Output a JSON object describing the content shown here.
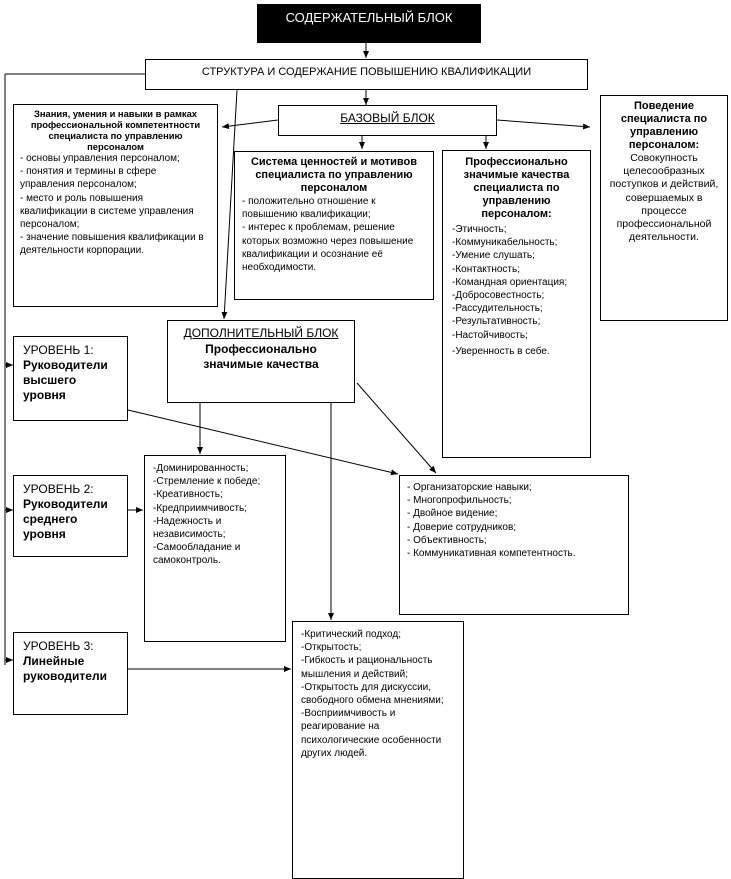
{
  "title": "СОДЕРЖАТЕЛЬНЫЙ БЛОК",
  "structure": "СТРУКТУРА И СОДЕРЖАНИЕ ПОВЫШЕНИЮ КВАЛИФИКАЦИИ",
  "base_block": "БАЗОВЫЙ БЛОК",
  "knowledge": {
    "title": "Знания, умения и навыки в рамках профессиональной компетентности специалиста по управлению персоналом",
    "items": [
      "- основы управления персоналом;",
      "- понятия и термины в сфере управления персоналом;",
      "- место и роль повышения квалификации в системе управления персоналом;",
      "- значение повышения квалификации в деятельности корпорации."
    ]
  },
  "values": {
    "title": "Система ценностей и мотивов специалиста по управлению персоналом",
    "items": [
      "- положительно отношение к повышению квалификации;",
      "- интерес к проблемам, решение которых возможно через повышение квалификации и осознание её необходимости."
    ]
  },
  "prof_qualities": {
    "title": "Профессионально значимые качества специалиста по управлению персоналом:",
    "items": [
      "-Этичность;",
      "-Коммуникабельность;",
      "-Умение слушать;",
      "-Контактность;",
      "-Командная ориентация;",
      "-Добросовестность;",
      "-Рассудительность;",
      "-Результативность;",
      "-Настойчивость;",
      "-Уверенность в себе."
    ]
  },
  "behavior": {
    "title": "Поведение специалиста по управлению персоналом:",
    "text": "Совокупность целесообразных поступков и действий, совершаемых в процессе профессиональной деятельности."
  },
  "additional": {
    "title": "ДОПОЛНИТЕЛЬНЫЙ БЛОК",
    "subtitle": "Профессионально значимые качества"
  },
  "levels": [
    {
      "label": "УРОВЕНЬ 1:",
      "name": "Руководители высшего уровня"
    },
    {
      "label": "УРОВЕНЬ 2:",
      "name": "Руководители среднего уровня"
    },
    {
      "label": "УРОВЕНЬ 3:",
      "name": "Линейные руководители"
    }
  ],
  "qual_mid": [
    "-Доминированность;",
    "-Стремление к победе;",
    "-Креативность;",
    "-Кредприимчивость;",
    " -Надежность и независимость;",
    "-Самообладание и самоконтроль."
  ],
  "qual_top": [
    "- Организаторские навыки;",
    "- Многопрофильность;",
    "- Двойное видение;",
    "- Доверие сотрудников;",
    "- Объективность;",
    "- Коммуникативная компетентность."
  ],
  "qual_line": [
    "-Критический подход;",
    "-Открытость;",
    "-Гибкость и рациональность мышления и действий;",
    "-Открытость для дискуссии, свободного обмена мнениями;",
    "-Восприимчивость и реагирование на психологические особенности других людей."
  ]
}
